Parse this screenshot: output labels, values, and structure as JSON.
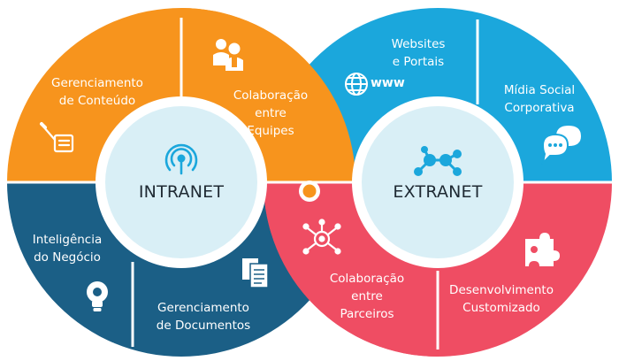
{
  "colors": {
    "orange": "#f7941d",
    "navy": "#1b5f86",
    "sky": "#1ba7dc",
    "coral": "#ef4d63",
    "hub_fill": "#d9eff6",
    "hub_ring": "#ffffff",
    "icon_blue": "#1ba7dc"
  },
  "intranet": {
    "title": "INTRANET",
    "icon": "antenna-signal-icon",
    "segments": {
      "top_left": {
        "label": "Gerenciamento\nde Conteúdo",
        "icon": "document-edit-icon"
      },
      "top_right": {
        "label": "Colaboração\nentre\nEquipes",
        "icon": "team-people-icon"
      },
      "bottom_left": {
        "label": "Inteligência\ndo Negócio",
        "icon": "lightbulb-icon"
      },
      "bottom_right": {
        "label": "Gerenciamento\nde Documentos",
        "icon": "documents-icon"
      }
    }
  },
  "extranet": {
    "title": "EXTRANET",
    "icon": "network-nodes-icon",
    "segments": {
      "top_left": {
        "label": "Websites\ne Portais",
        "icon": "globe-icon",
        "extra": "www"
      },
      "top_right": {
        "label": "Mídia Social\nCorporativa",
        "icon": "chat-bubble-icon"
      },
      "bottom_left": {
        "label": "Colaboração\nentre\nParceiros",
        "icon": "partner-network-icon"
      },
      "bottom_right": {
        "label": "Desenvolvimento\nCustomizado",
        "icon": "puzzle-icon"
      }
    }
  }
}
